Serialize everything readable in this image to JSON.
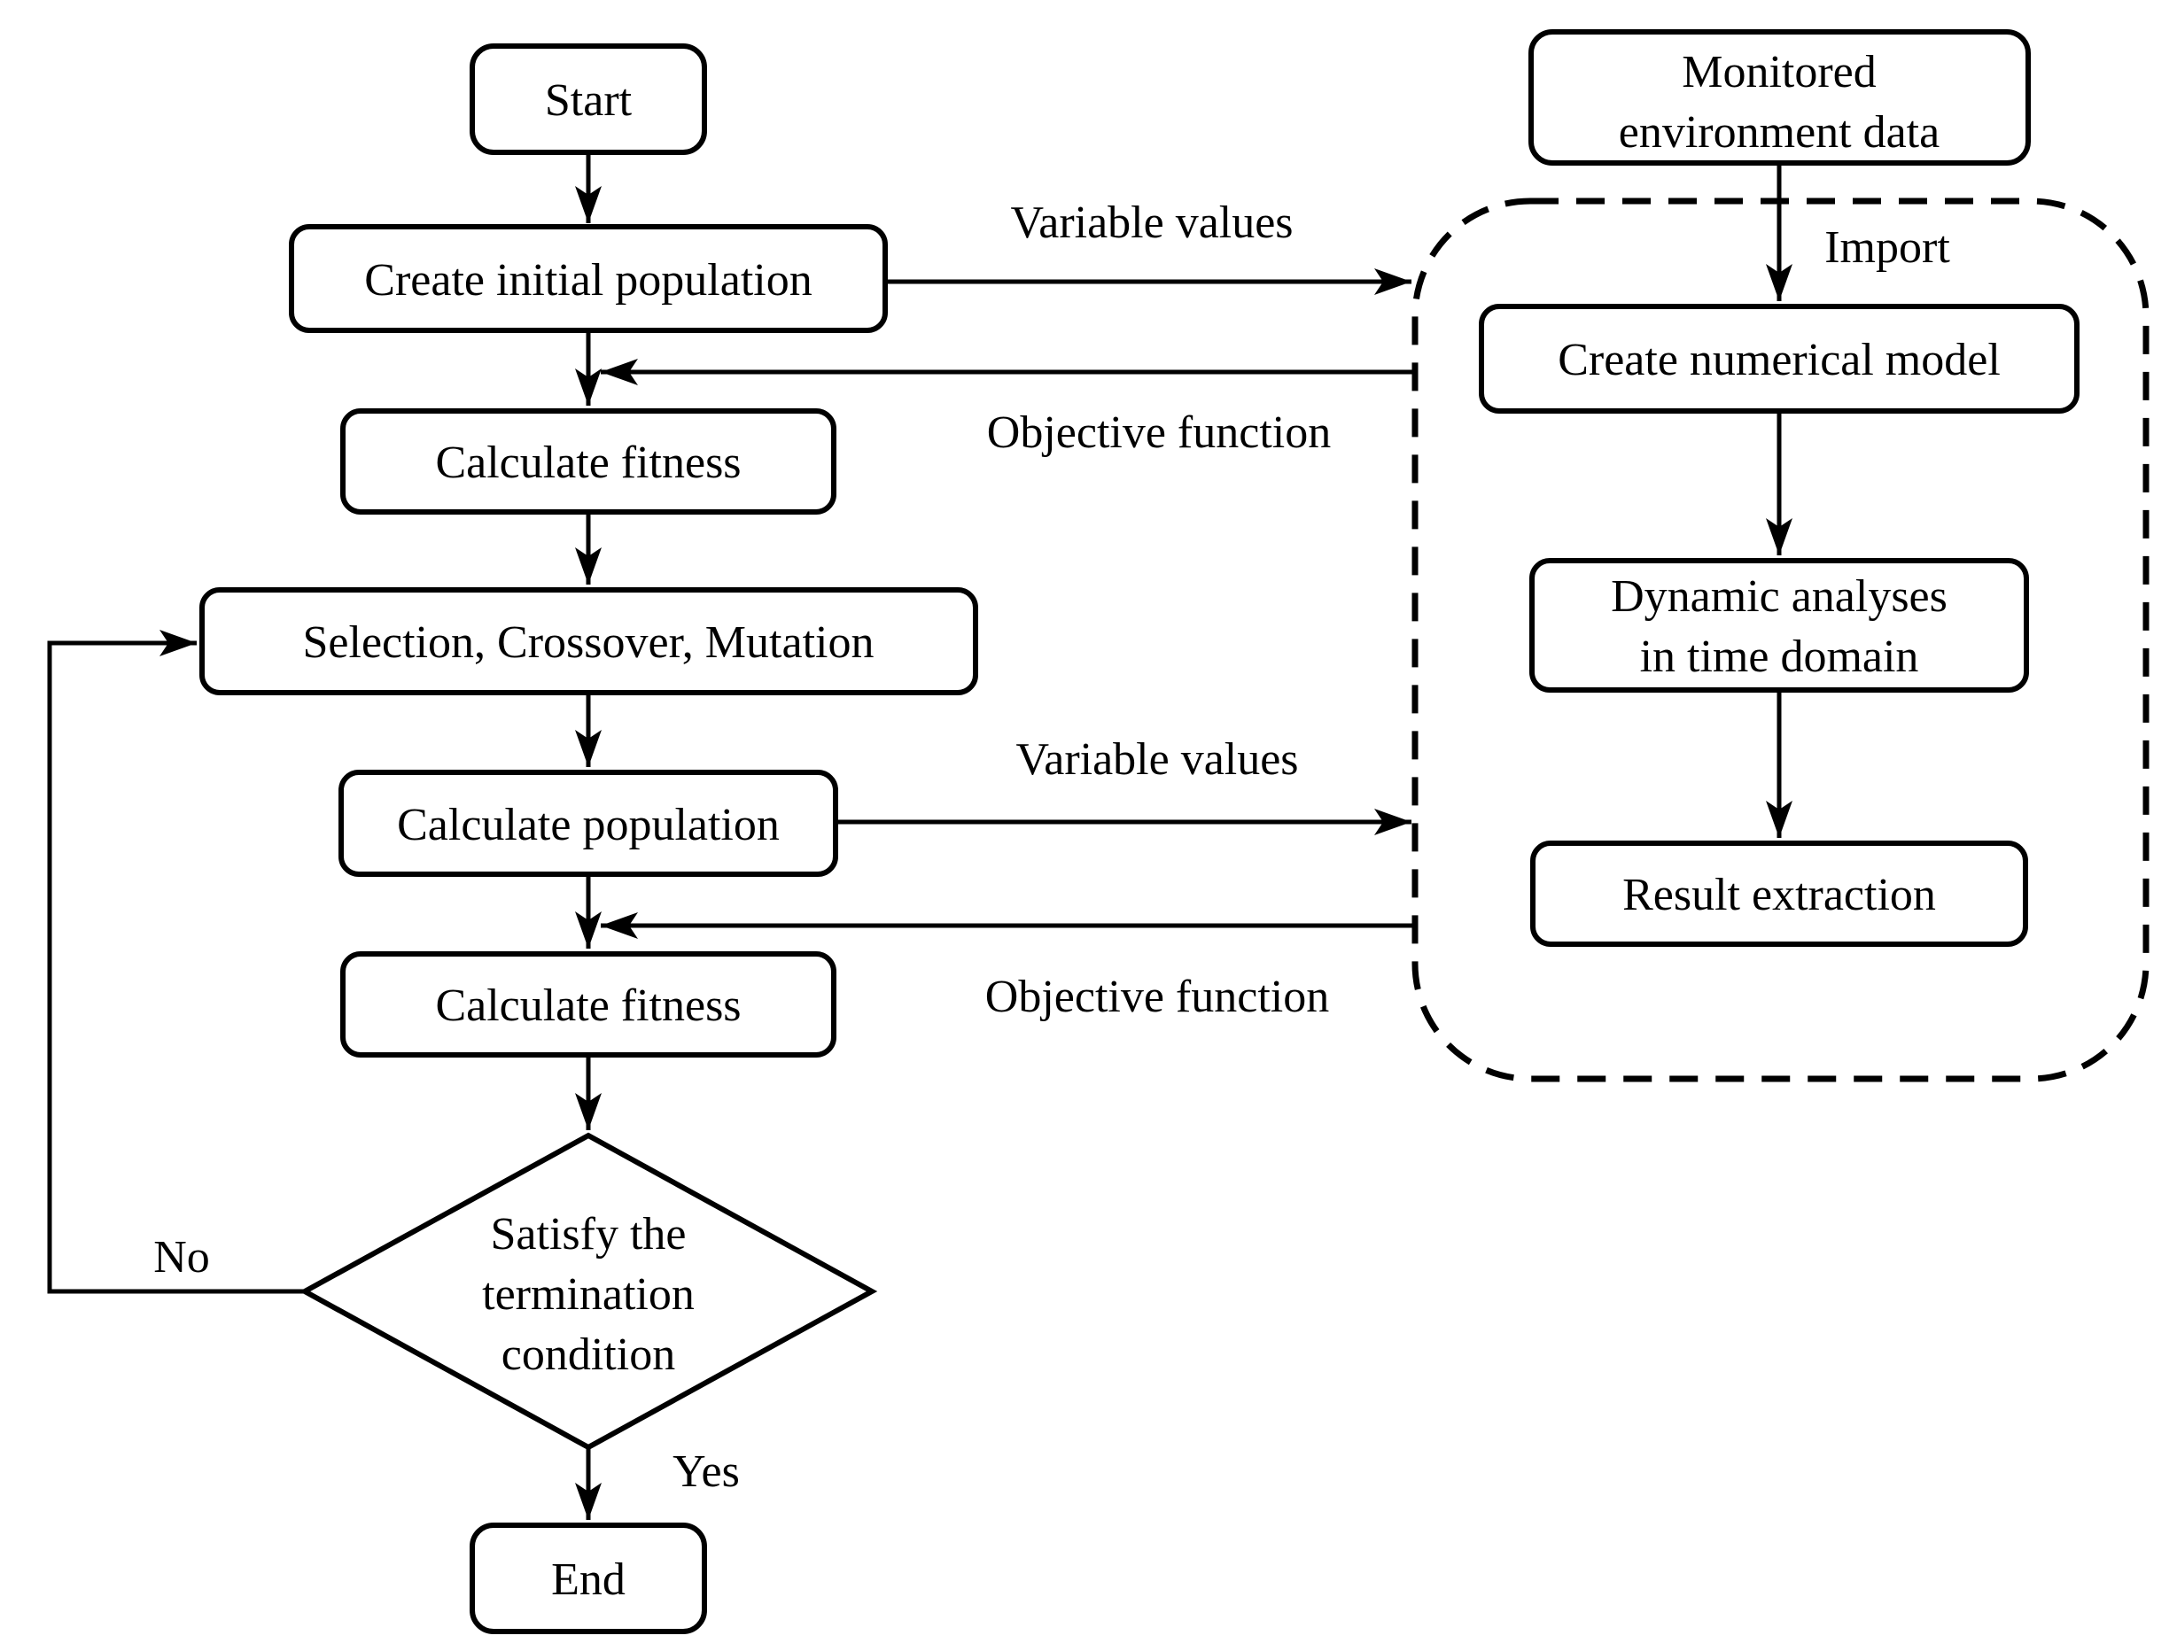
{
  "colors": {
    "ink": "#000000",
    "paper": "#ffffff"
  },
  "nodes": {
    "start": {
      "label": "Start"
    },
    "create_initial_population": {
      "label": "Create initial population"
    },
    "calculate_fitness_top": {
      "label": "Calculate fitness"
    },
    "selection_crossover_mutation": {
      "label": "Selection, Crossover, Mutation"
    },
    "calculate_population": {
      "label": "Calculate population"
    },
    "calculate_fitness_bottom": {
      "label": "Calculate fitness"
    },
    "termination_condition": {
      "lines": [
        "Satisfy the",
        "termination",
        "condition"
      ]
    },
    "end": {
      "label": "End"
    },
    "monitored_environment_data": {
      "lines": [
        "Monitored",
        "environment data"
      ]
    },
    "create_numerical_model": {
      "label": "Create numerical model"
    },
    "dynamic_analyses": {
      "lines": [
        "Dynamic analyses",
        "in time domain"
      ]
    },
    "result_extraction": {
      "label": "Result extraction"
    }
  },
  "edge_labels": {
    "variable_values_top": "Variable values",
    "objective_function_top": "Objective function",
    "variable_values_bottom": "Variable values",
    "objective_function_bottom": "Objective function",
    "import_label": "Import",
    "no_label": "No",
    "yes_label": "Yes"
  }
}
